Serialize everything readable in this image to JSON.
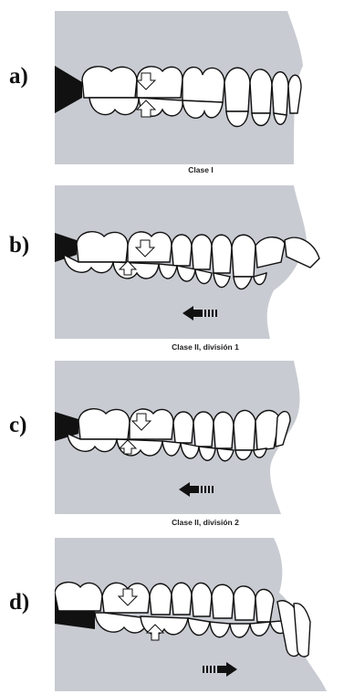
{
  "panels": [
    {
      "letter": "a)",
      "caption": "Clase I",
      "arrow": "none"
    },
    {
      "letter": "b)",
      "caption": "Clase II, división 1",
      "arrow": "left"
    },
    {
      "letter": "c)",
      "caption": "Clase II, división 2",
      "arrow": "left"
    },
    {
      "letter": "d)",
      "caption": "",
      "arrow": "right"
    }
  ],
  "colors": {
    "panel_bg": "#c9cbd2",
    "tooth": "#ffffff",
    "outline": "#111111",
    "gum": "#111111"
  },
  "icons": [
    "down-arrow-icon",
    "up-arrow-icon",
    "dashed-left-arrow-icon",
    "dashed-right-arrow-icon"
  ]
}
